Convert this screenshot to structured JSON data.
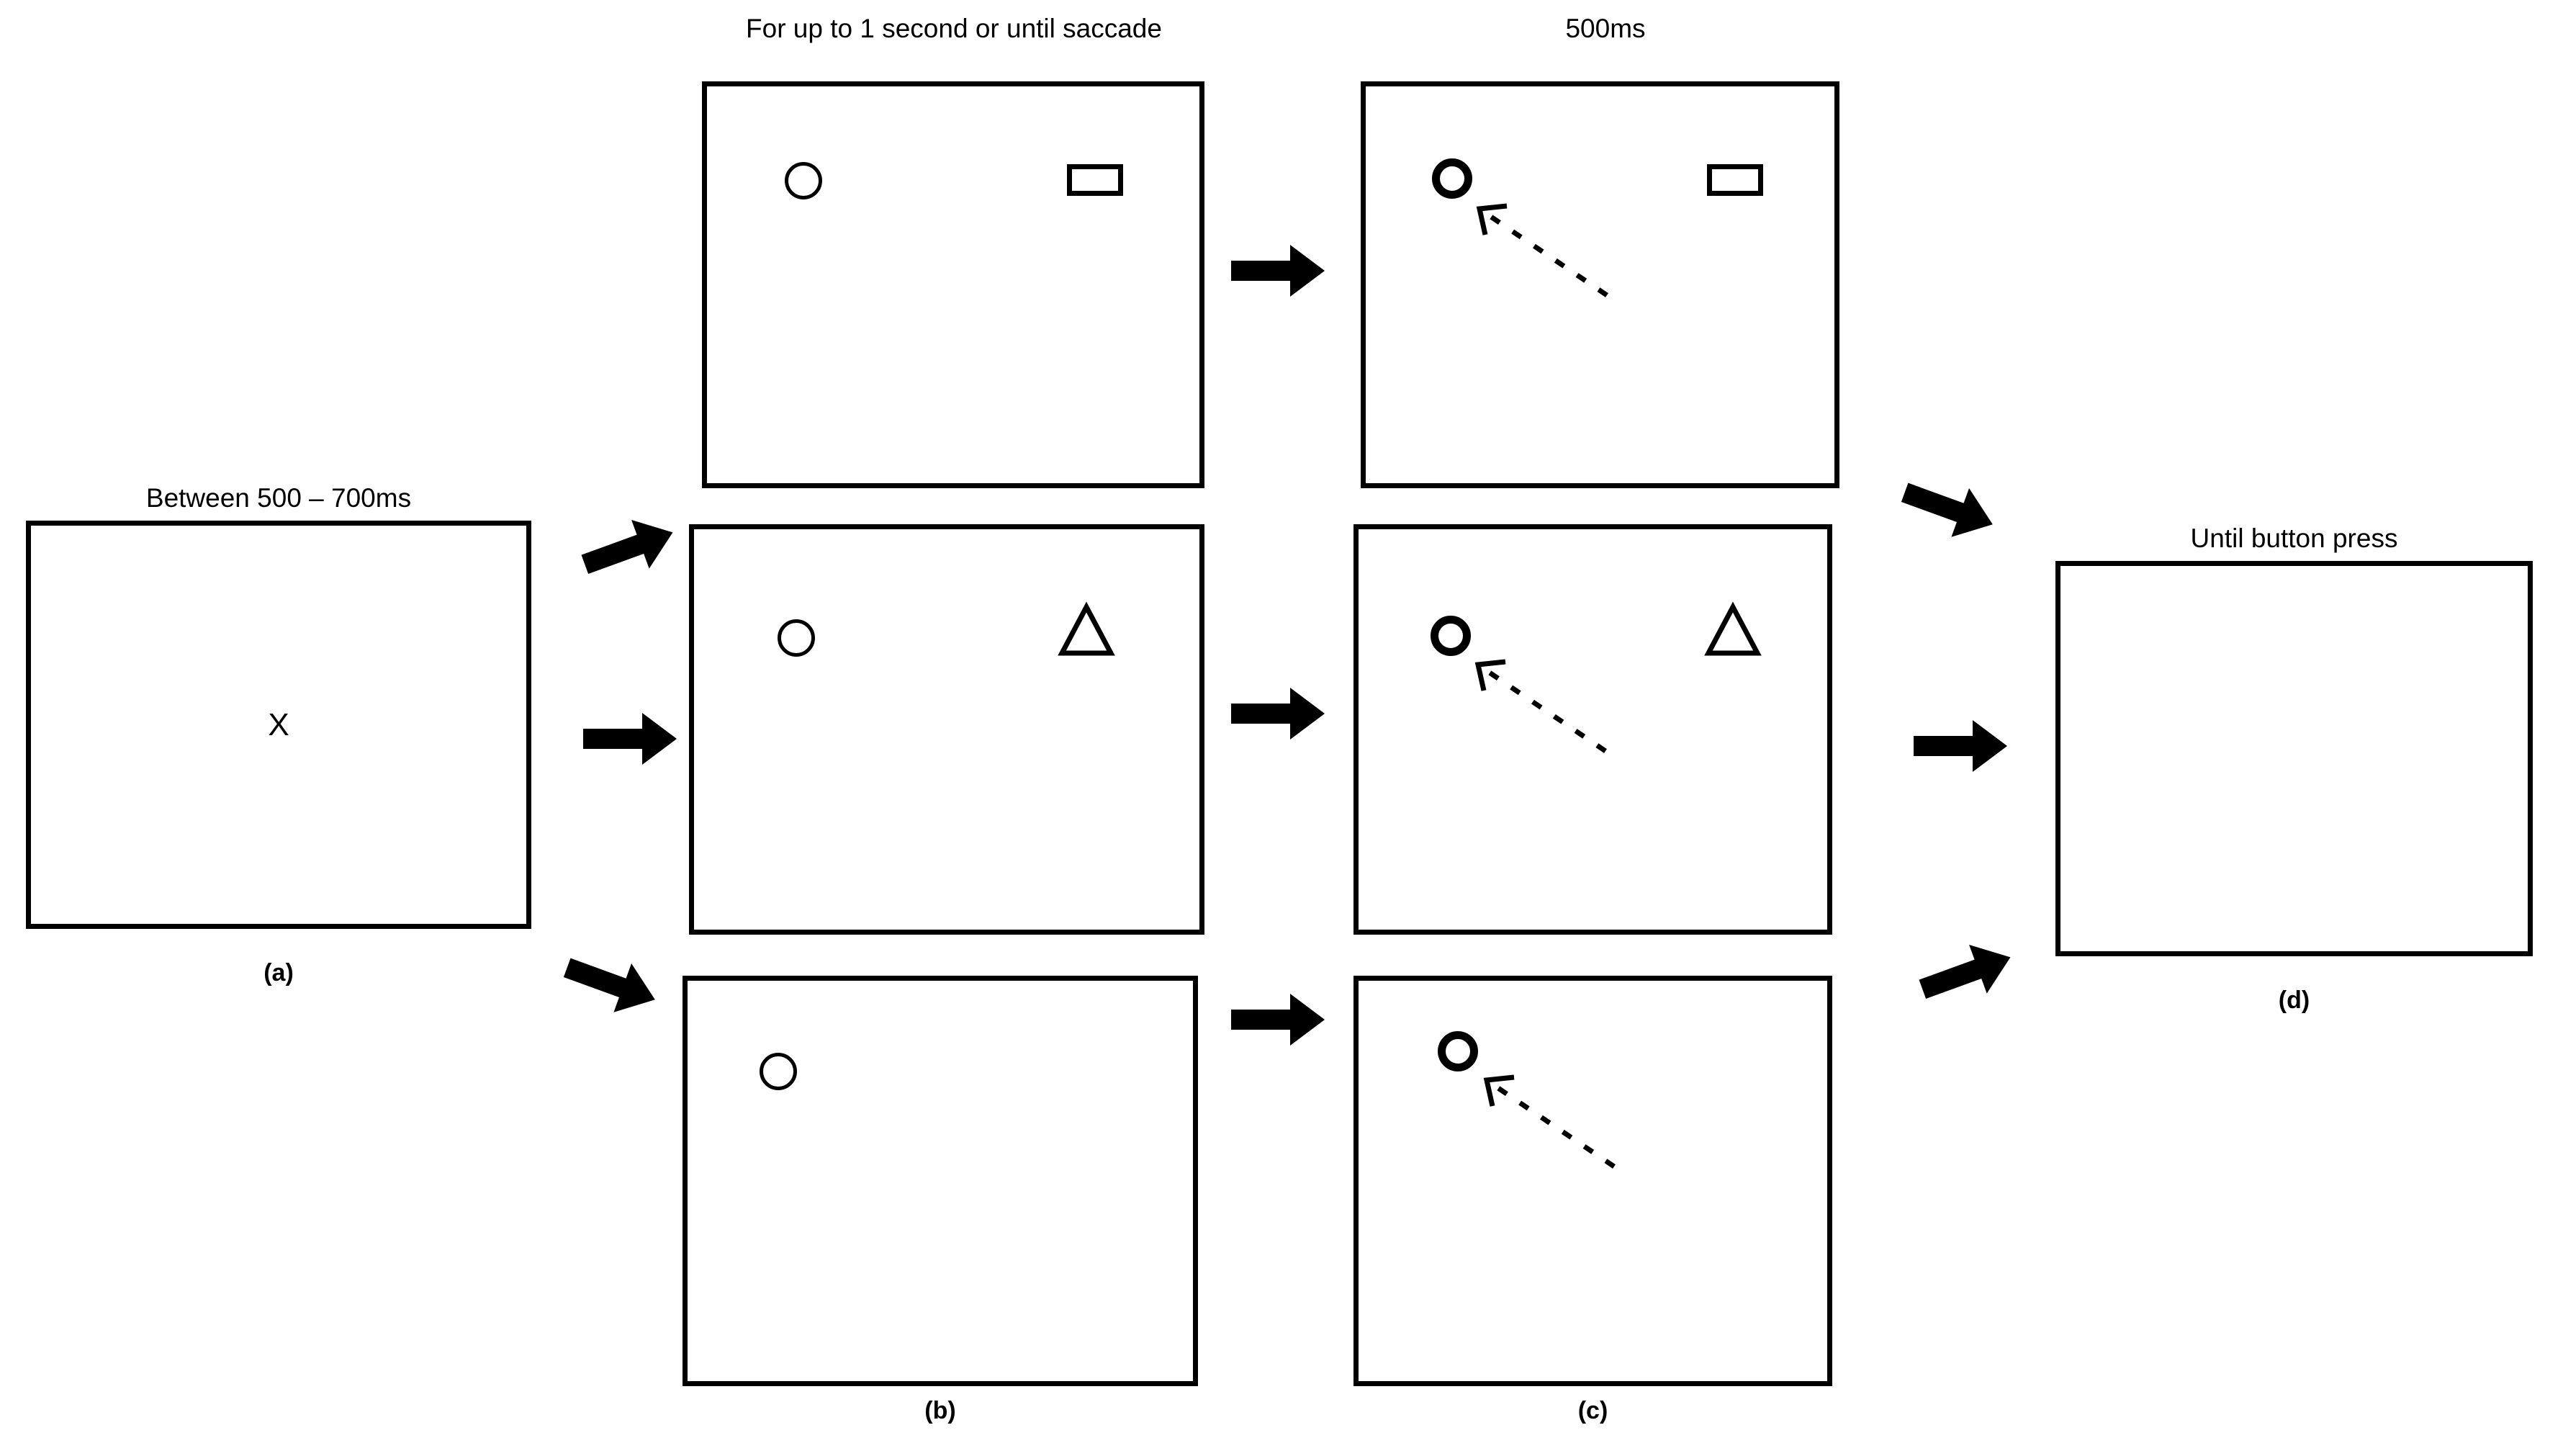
{
  "figure": {
    "type": "experimental-paradigm-diagram",
    "description": "Trial sequence for a visual search / saccade task with three stimulus conditions",
    "background_color": "#ffffff",
    "ink_color": "#000000"
  },
  "stages": {
    "fixation": {
      "panel_letter": "(a)",
      "timing_label": "Between 500 – 700ms",
      "fixation_character": "X",
      "contents": "central fixation cross"
    },
    "search_array": {
      "panel_letter": "(b)",
      "timing_label": "For up to 1 second or until saccade",
      "conditions": [
        {
          "name": "rectangle-distractor",
          "target": "circle",
          "target_stroke": "thin",
          "distractor": "rectangle"
        },
        {
          "name": "triangle-distractor",
          "target": "circle",
          "target_stroke": "thin",
          "distractor": "triangle"
        },
        {
          "name": "no-distractor",
          "target": "circle",
          "target_stroke": "thin",
          "distractor": "none"
        }
      ]
    },
    "post_saccade": {
      "panel_letter": "(c)",
      "timing_label": "500ms",
      "conditions": [
        {
          "name": "rectangle-distractor",
          "target": "circle",
          "target_stroke": "bold",
          "distractor": "rectangle",
          "saccade_arrow": "dashed arrow pointing up-left toward target"
        },
        {
          "name": "triangle-distractor",
          "target": "circle",
          "target_stroke": "bold",
          "distractor": "triangle",
          "saccade_arrow": "dashed arrow pointing up-left toward target"
        },
        {
          "name": "no-distractor",
          "target": "circle",
          "target_stroke": "bold",
          "distractor": "none",
          "saccade_arrow": "dashed arrow pointing up-left toward target"
        }
      ]
    },
    "response": {
      "panel_letter": "(d)",
      "timing_label": "Until button press",
      "contents": "blank response screen"
    }
  },
  "flow_arrows": {
    "fixation_to_array": [
      "up-right",
      "right",
      "down-right"
    ],
    "array_to_post_saccade": [
      "right",
      "right",
      "right"
    ],
    "post_saccade_to_response": [
      "down-right",
      "right",
      "up-right"
    ]
  }
}
